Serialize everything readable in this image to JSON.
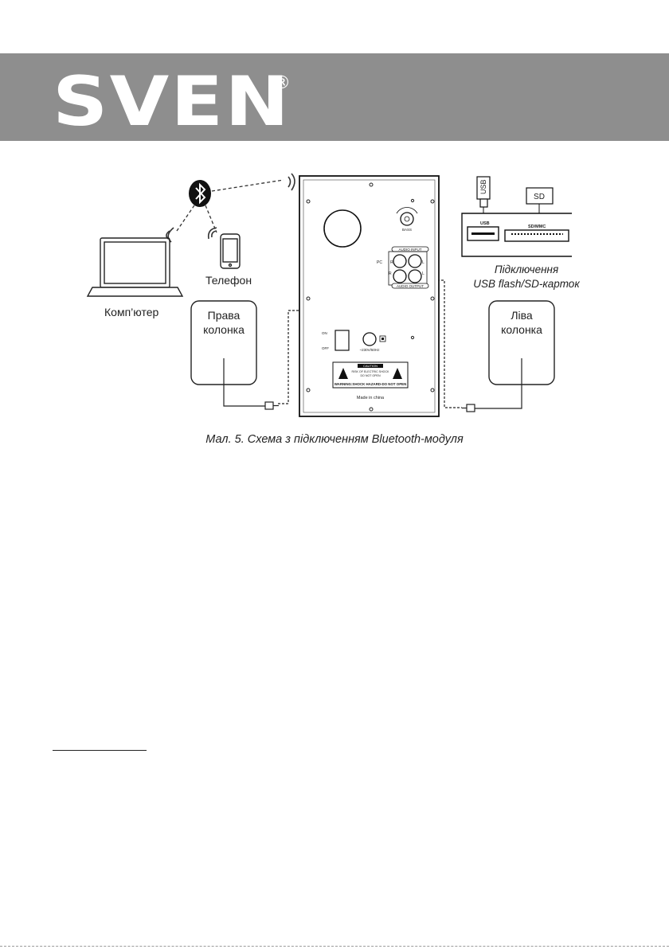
{
  "brand": {
    "name": "SVEN",
    "reg_mark": "®"
  },
  "labels": {
    "computer": "Комп’ютер",
    "phone": "Телефон",
    "right_speaker_line1": "Права",
    "right_speaker_line2": "колонка",
    "left_speaker_line1": "Ліва",
    "left_speaker_line2": "колонка",
    "usb_stick": "USB",
    "sd_card": "SD",
    "usb_port": "USB",
    "sd_port": "SD/MMC",
    "connect_line1": "Підключення",
    "connect_line2": "USB flash/SD-карток"
  },
  "panel": {
    "bass": "BASS",
    "audio_input": "AUDIO INPUT",
    "audio_output": "AUDIO OUTPUT",
    "pc": "PC",
    "r": "R",
    "l": "L",
    "on": "ON",
    "off": "OFF",
    "power_rating": "~230V/50Hz",
    "caution": "CAUTION",
    "caution_line1": "RISK OF ELECTRIC SHOCK",
    "caution_line2": "DO NOT OPEN",
    "warning": "WARNING:SHOCK HAZARD-DO NOT OPEN",
    "made_in": "Made in china"
  },
  "caption": "Мал. 5. Схема з підключенням Bluetooth-модуля"
}
